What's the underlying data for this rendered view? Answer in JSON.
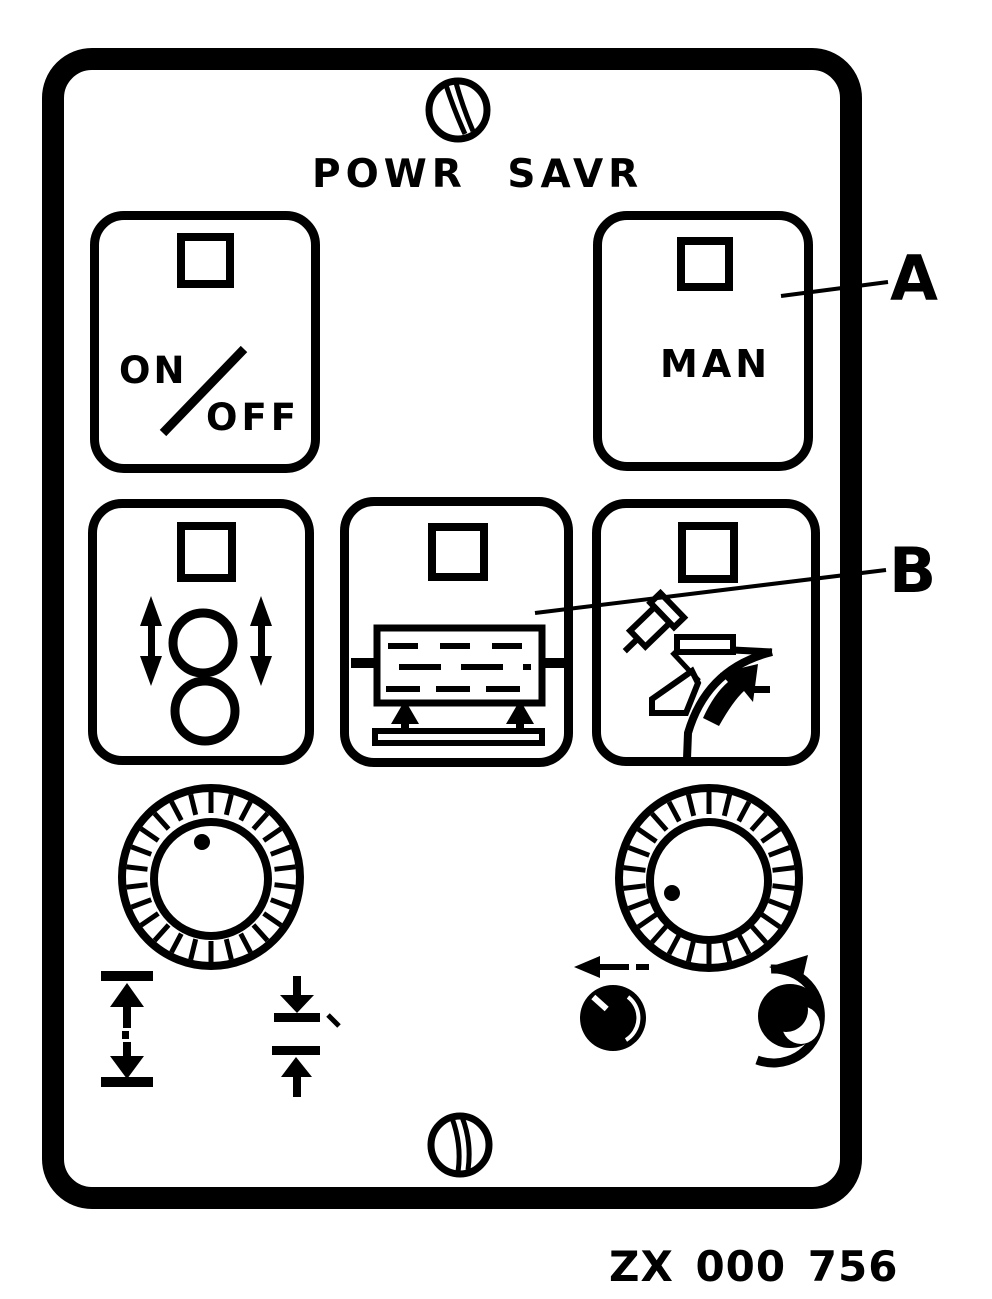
{
  "panel": {
    "title": "POWR SAVR",
    "ref_code": "ZX 000 756",
    "colors": {
      "ink": "#000000",
      "paper": "#ffffff"
    },
    "buttons": {
      "power": {
        "on": "ON",
        "off": "OFF"
      },
      "manual": {
        "label": "MAN"
      },
      "roller_updown": {
        "icon": "rollers-up-down-icon"
      },
      "platen_lift": {
        "icon": "platen-lift-icon"
      },
      "gun_tilt": {
        "icon": "gun-tilt-icon"
      }
    },
    "knobs": {
      "left_legend_left": "open-gap-icon",
      "left_legend_right": "close-gap-icon",
      "small_left_legend": "arrow-left-icon",
      "small_right_legend": "rotate-ccw-arrow-icon",
      "fasteners": "screw-icon"
    },
    "callouts": {
      "a": "A",
      "b": "B"
    }
  }
}
